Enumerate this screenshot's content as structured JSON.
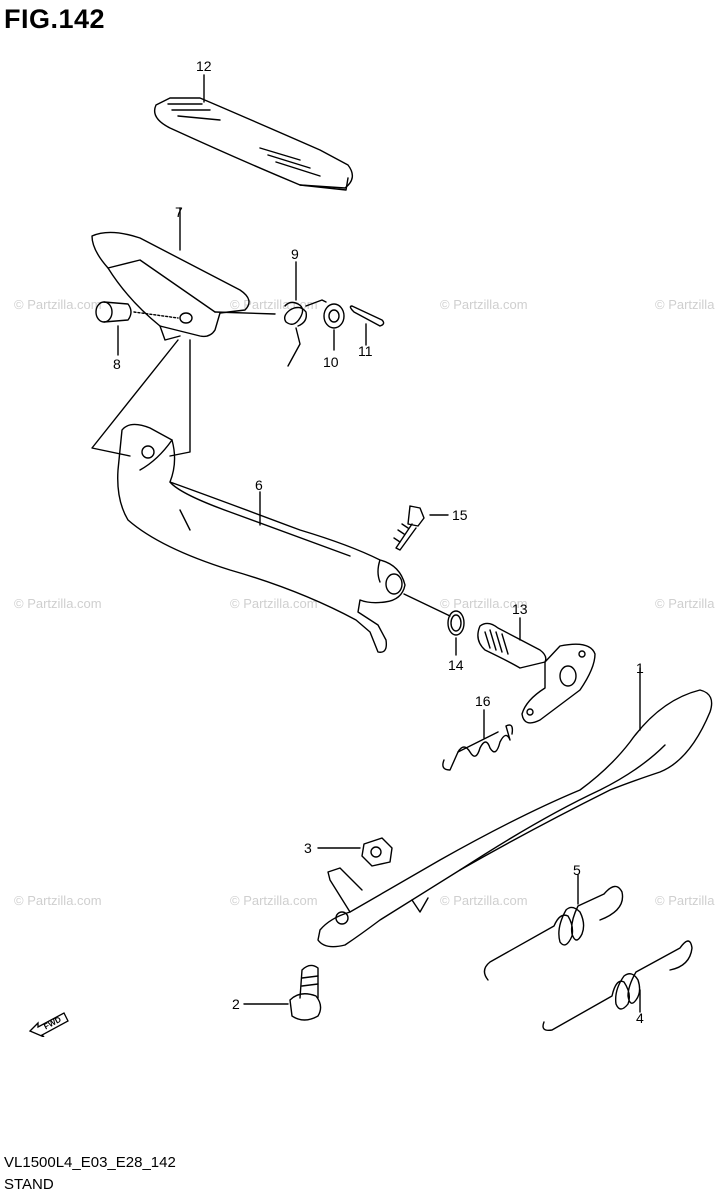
{
  "title": "FIG.142",
  "watermark": "© Partzilla.com",
  "callouts": [
    "1",
    "2",
    "3",
    "4",
    "5",
    "6",
    "7",
    "8",
    "9",
    "10",
    "11",
    "12",
    "13",
    "14",
    "15",
    "16"
  ],
  "fwd_label": "FWD",
  "footer": {
    "code": "VL1500L4_E03_E28_142",
    "name": "STAND"
  }
}
